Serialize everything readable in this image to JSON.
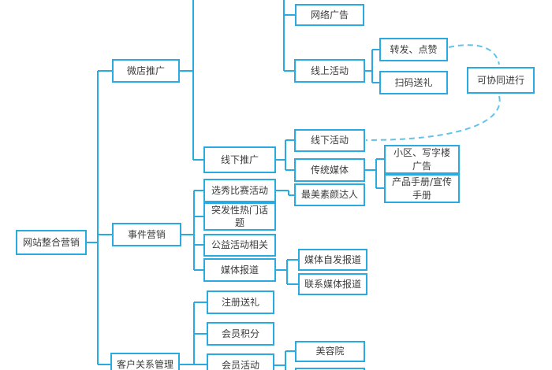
{
  "diagram": {
    "type": "mindmap-flowchart",
    "root_label": "网站整合营销",
    "colors": {
      "box_border": "#29abe2",
      "line": "#29abe2",
      "dashed_line": "#5fc4ec",
      "text": "#3c3c3c",
      "background": "#ffffff"
    }
  },
  "nodes": {
    "root": "网站整合营销",
    "weidian": "微店推广",
    "shijian": "事件营销",
    "kehu": "客户关系管理",
    "wangluo": "网络广告",
    "xianshang_hd": "线上活动",
    "zhuanfa": "转发、点赞",
    "saoma": "扫码送礼",
    "kexietong": "可协同进行",
    "xianxia_tg": "线下推广",
    "xianxia_hd": "线下活动",
    "chuantong": "传统媒体",
    "xiaoqu": "小区、写字楼广告",
    "chanpin": "产品手册/宣传手册",
    "xuanxiu": "选秀比赛活动",
    "zuimei": "最美素颜达人",
    "tufa": "突发性热门话题",
    "gongyi": "公益活动相关",
    "meiti": "媒体报道",
    "zifa": "媒体自发报道",
    "lianxi": "联系媒体报道",
    "zhuce": "注册送礼",
    "jifen": "会员积分",
    "huiyuan_hd": "会员活动",
    "meirong": "美容院",
    "cut_box": ""
  },
  "edges": [
    [
      "网站整合营销",
      "微店推广"
    ],
    [
      "网站整合营销",
      "事件营销"
    ],
    [
      "网站整合营销",
      "客户关系管理"
    ],
    [
      "微店推广",
      "线下推广"
    ],
    [
      "线上活动",
      "转发、点赞"
    ],
    [
      "线上活动",
      "扫码送礼"
    ],
    [
      "线下推广",
      "线下活动"
    ],
    [
      "线下推广",
      "传统媒体"
    ],
    [
      "传统媒体",
      "小区、写字楼广告"
    ],
    [
      "传统媒体",
      "产品手册/宣传手册"
    ],
    [
      "事件营销",
      "选秀比赛活动"
    ],
    [
      "事件营销",
      "突发性热门话题"
    ],
    [
      "事件营销",
      "公益活动相关"
    ],
    [
      "事件营销",
      "媒体报道"
    ],
    [
      "选秀比赛活动",
      "最美素颜达人"
    ],
    [
      "媒体报道",
      "媒体自发报道"
    ],
    [
      "媒体报道",
      "联系媒体报道"
    ],
    [
      "客户关系管理",
      "注册送礼"
    ],
    [
      "客户关系管理",
      "会员积分"
    ],
    [
      "客户关系管理",
      "会员活动"
    ],
    [
      "会员活动",
      "美容院"
    ]
  ],
  "dashed_links": [
    [
      "转发、点赞",
      "可协同进行"
    ],
    [
      "可协同进行",
      "线下活动"
    ]
  ]
}
